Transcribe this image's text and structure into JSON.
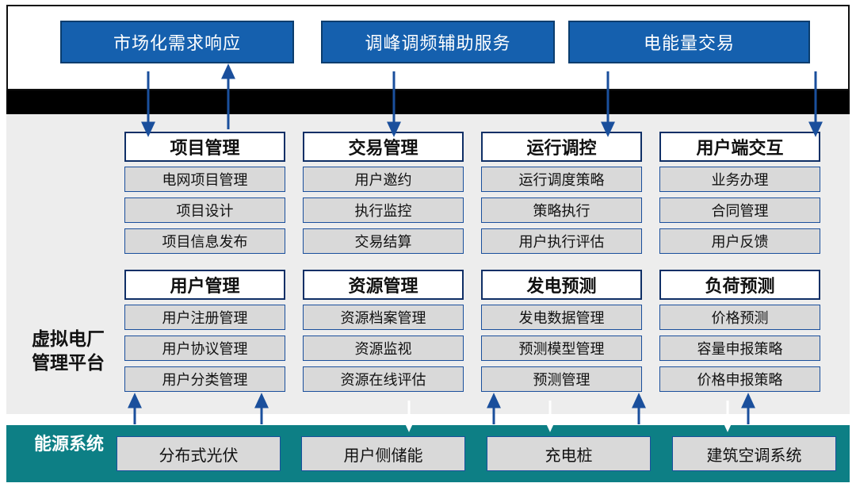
{
  "top": {
    "boxes": [
      {
        "label": "市场化需求响应"
      },
      {
        "label": "调峰调频辅助服务"
      },
      {
        "label": "电能量交易"
      }
    ]
  },
  "platform": {
    "label": "虚拟电厂管理平台",
    "groups": [
      {
        "title": "项目管理",
        "items": [
          "电网项目管理",
          "项目设计",
          "项目信息发布"
        ]
      },
      {
        "title": "交易管理",
        "items": [
          "用户邀约",
          "执行监控",
          "交易结算"
        ]
      },
      {
        "title": "运行调控",
        "items": [
          "运行调度策略",
          "策略执行",
          "用户执行评估"
        ]
      },
      {
        "title": "用户端交互",
        "items": [
          "业务办理",
          "合同管理",
          "用户反馈"
        ]
      },
      {
        "title": "用户管理",
        "items": [
          "用户注册管理",
          "用户协议管理",
          "用户分类管理"
        ]
      },
      {
        "title": "资源管理",
        "items": [
          "资源档案管理",
          "资源监视",
          "资源在线评估"
        ]
      },
      {
        "title": "发电预测",
        "items": [
          "发电数据管理",
          "预测模型管理",
          "预测管理"
        ]
      },
      {
        "title": "负荷预测",
        "items": [
          "价格预测",
          "容量申报策略",
          "价格申报策略"
        ]
      }
    ]
  },
  "bottom": {
    "label": "能源系统",
    "boxes": [
      {
        "label": "分布式光伏"
      },
      {
        "label": "用户侧储能"
      },
      {
        "label": "充电桩"
      },
      {
        "label": "建筑空调系统"
      }
    ]
  },
  "colors": {
    "top_box_fill": "#1560ae",
    "top_box_border": "#0a3d6e",
    "panel_bg": "#ededed",
    "item_fill": "#d9d9d9",
    "item_border": "#1a4f9c",
    "bottom_band": "#0d7f85",
    "arrow": "#1a4f9c"
  }
}
